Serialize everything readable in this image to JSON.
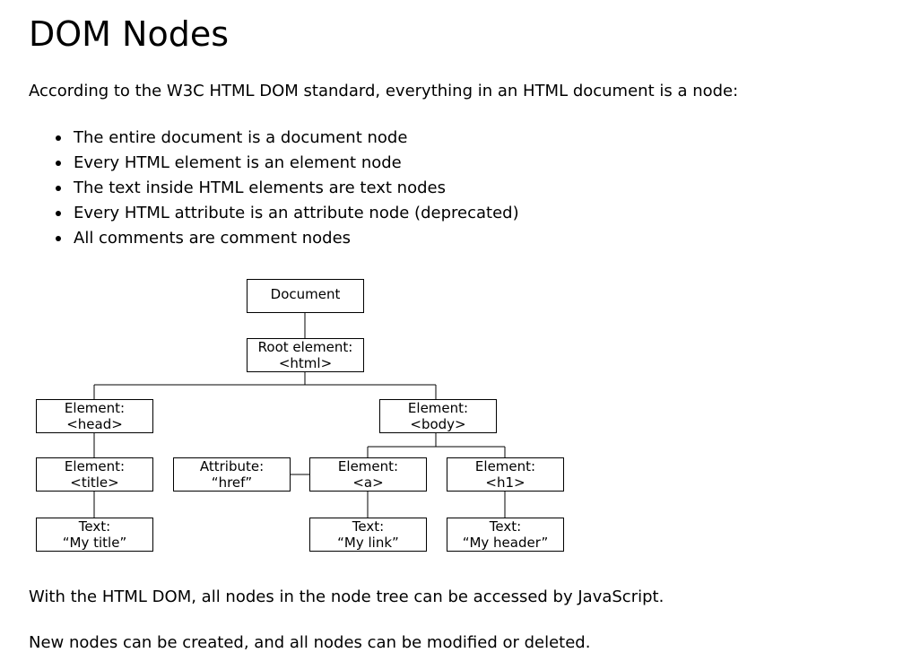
{
  "title": "DOM Nodes",
  "intro": "According to the W3C HTML DOM standard, everything in an HTML document is a node:",
  "bullets": [
    "The entire document is a document node",
    "Every HTML element is an element node",
    "The text inside HTML elements are text nodes",
    "Every HTML attribute is an attribute node (deprecated)",
    "All comments are comment nodes"
  ],
  "diagram": {
    "nodes": {
      "document": {
        "line1": "Document",
        "line2": ""
      },
      "root": {
        "line1": "Root element:",
        "line2": "<html>"
      },
      "head": {
        "line1": "Element:",
        "line2": "<head>"
      },
      "body": {
        "line1": "Element:",
        "line2": "<body>"
      },
      "title": {
        "line1": "Element:",
        "line2": "<title>"
      },
      "attribute": {
        "line1": "Attribute:",
        "line2": "“href”"
      },
      "a": {
        "line1": "Element:",
        "line2": "<a>"
      },
      "h1": {
        "line1": "Element:",
        "line2": "<h1>"
      },
      "text_title": {
        "line1": "Text:",
        "line2": "“My title”"
      },
      "text_link": {
        "line1": "Text:",
        "line2": "“My link”"
      },
      "text_header": {
        "line1": "Text:",
        "line2": "“My header”"
      }
    }
  },
  "paragraphs": [
    "With the HTML DOM, all nodes in the node tree can be accessed by JavaScript.",
    "New nodes can be created, and all nodes can be modified or deleted."
  ]
}
